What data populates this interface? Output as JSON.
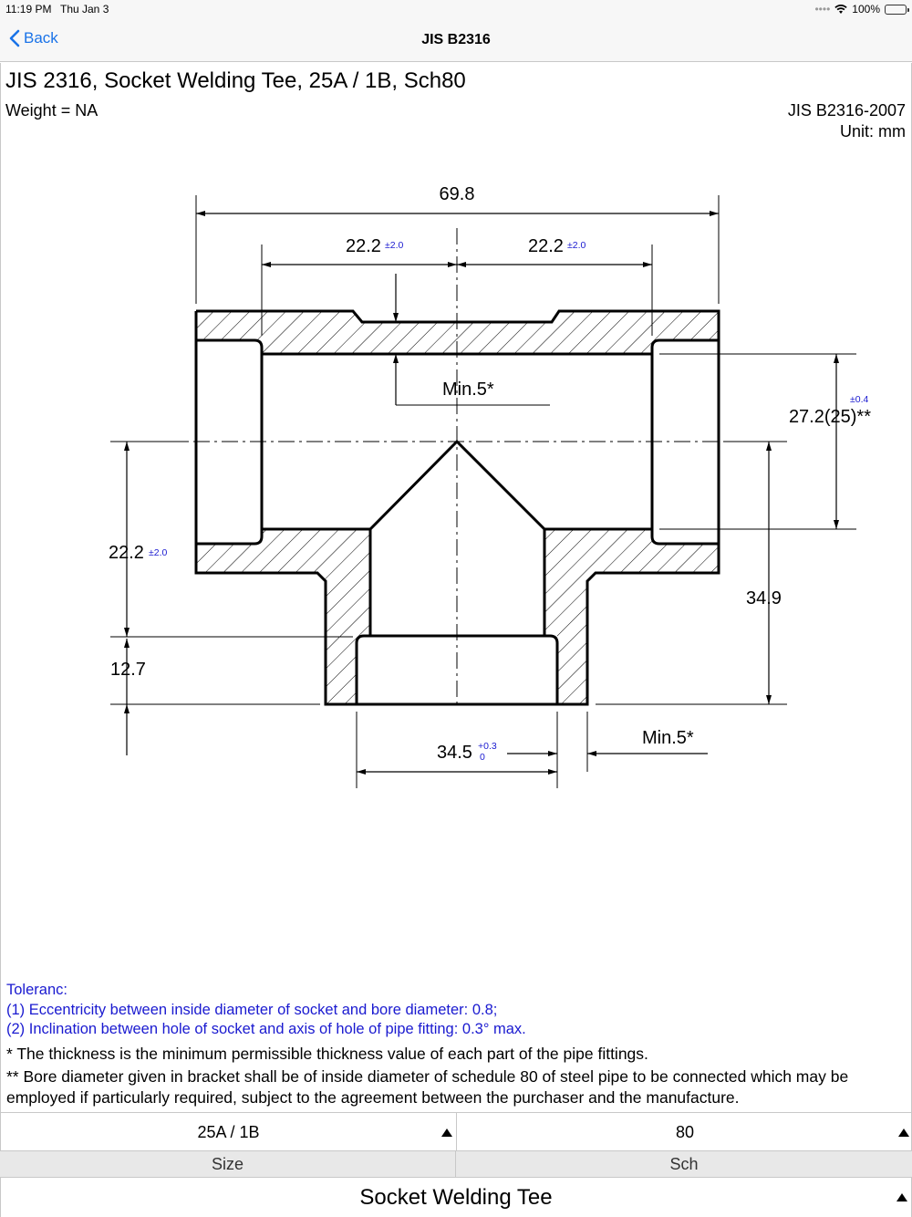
{
  "status": {
    "time": "11:19 PM",
    "date": "Thu Jan 3",
    "signal": "••••",
    "battery": "100%"
  },
  "nav": {
    "back_label": "Back",
    "title": "JIS B2316"
  },
  "header": {
    "title": "JIS 2316, Socket Welding Tee, 25A /  1B, Sch80",
    "weight": "Weight = NA",
    "standard": "JIS B2316-2007",
    "unit": "Unit: mm"
  },
  "drawing": {
    "overall_length": "69.8",
    "half_length": "22.2",
    "half_length_tol": "±2.0",
    "min_wall_top": "Min.5*",
    "bore": "27.2(25)**",
    "bore_tol": "±0.4",
    "branch_height": "22.2",
    "branch_height_tol": "±2.0",
    "center_to_end": "34.9",
    "socket_depth": "12.7",
    "socket_dia": "34.5",
    "socket_dia_tol_upper": "+0.3",
    "socket_dia_tol_lower": "0",
    "min_wall_bottom": "Min.5*"
  },
  "tolerance": {
    "heading": "Toleranc:",
    "items": [
      "(1) Eccentricity between inside diameter of socket and bore diameter: 0.8;",
      "(2) Inclination between hole of socket and axis of hole of pipe fitting: 0.3° max."
    ]
  },
  "notes": [
    "* The thickness is the minimum permissible thickness value of each part of the pipe fittings.",
    "** Bore diameter given in bracket shall be of inside diameter of schedule 80 of steel pipe to be connected which may be employed if particularly required, subject to the agreement between the purchaser and the manufacture."
  ],
  "pickers": {
    "size_value": "25A / 1B",
    "sch_value": "80",
    "size_label": "Size",
    "sch_label": "Sch",
    "type_value": "Socket Welding Tee"
  },
  "colors": {
    "accent": "#1a73e8",
    "tolerance_text": "#1a1ad0"
  }
}
